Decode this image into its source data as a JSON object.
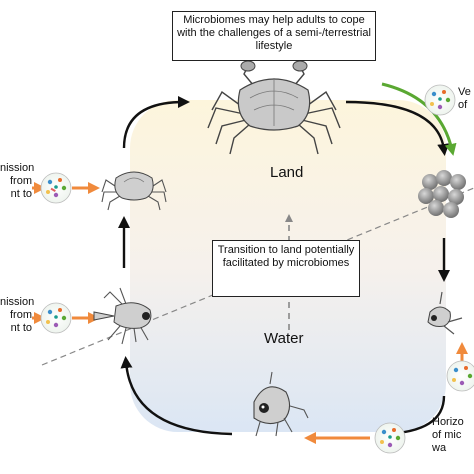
{
  "top_box": {
    "text": "Microbiomes may help adults to cope with the challenges of a semi-/terrestrial lifestyle"
  },
  "center_box": {
    "text": "Transition to land potentially facilitated by microbiomes"
  },
  "labels": {
    "land": "Land",
    "water": "Water"
  },
  "left_texts": [
    "nission\nfrom\nnt to",
    "nission\nfrom\nnt to"
  ],
  "right_texts": [
    "Ve\nof",
    "Horizo\nof mic\nwa"
  ],
  "colors": {
    "cycle_arrow": "#111111",
    "microbe_arrow": "#f08a3c",
    "vertical_arrow": "#5aa832",
    "land_tint": "#fdf4dc",
    "water_tint": "#dde7f4"
  },
  "icons": [
    "adult-crab",
    "juvenile-crab",
    "egg-cluster",
    "larva",
    "megalopa",
    "zoea",
    "microbiome-sphere"
  ]
}
